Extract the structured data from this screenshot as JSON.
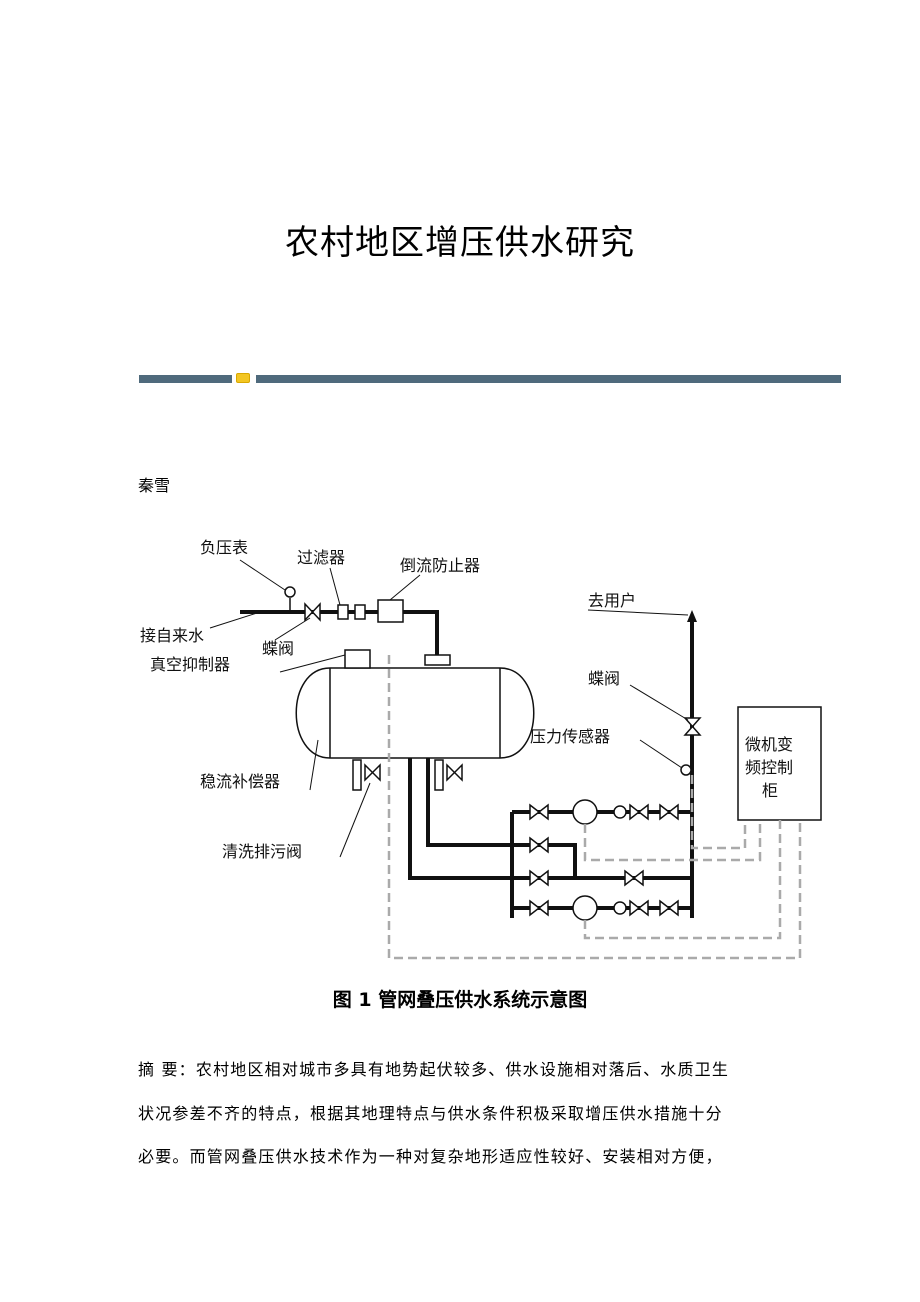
{
  "title": "农村地区增压供水研究",
  "author": "秦雪",
  "figure": {
    "labels": {
      "vacuum_gauge": "负压表",
      "filter": "过滤器",
      "backflow_preventer": "倒流防止器",
      "to_users": "去用户",
      "from_tap_water": "接自来水",
      "butterfly_valve_left": "蝶阀",
      "vacuum_suppressor": "真空抑制器",
      "butterfly_valve_right": "蝶阀",
      "pressure_sensor": "压力传感器",
      "flow_compensator": "稳流补偿器",
      "drain_valve": "清洗排污阀",
      "control_cabinet_line1": "微机变",
      "control_cabinet_line2": "频控制",
      "control_cabinet_line3": "柜"
    },
    "caption": "图 1 管网叠压供水系统示意图"
  },
  "abstract": {
    "lines": [
      "摘  要：农村地区相对城市多具有地势起伏较多、供水设施相对落后、水质卫生",
      "状况参差不齐的特点，根据其地理特点与供水条件积极采取增压供水措施十分",
      "必要。而管网叠压供水技术作为一种对复杂地形适应性较好、安装相对方便，"
    ]
  }
}
